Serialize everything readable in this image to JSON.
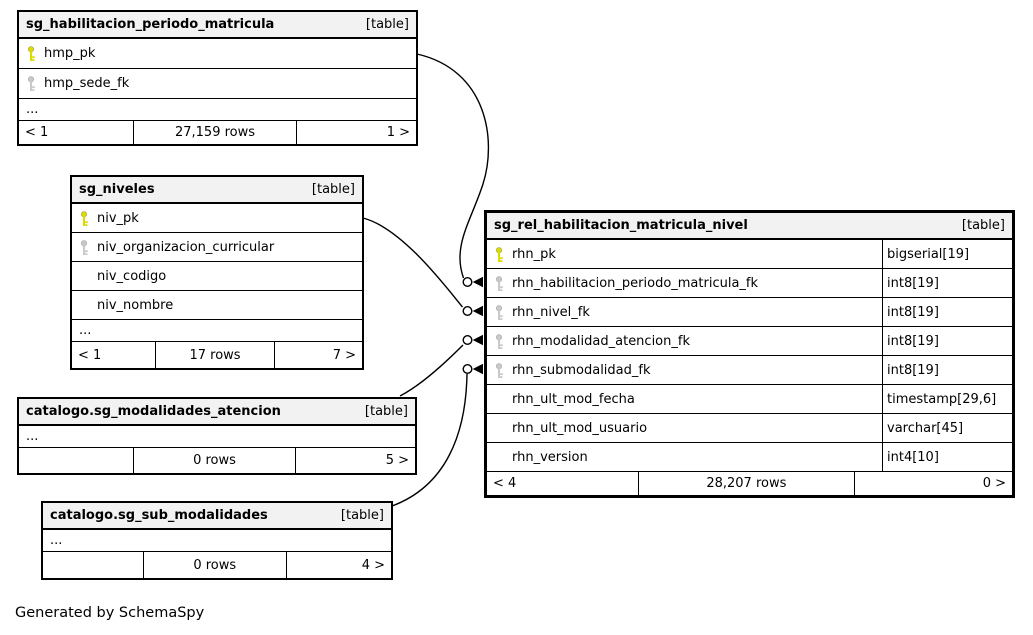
{
  "diagram": {
    "generator_note": "Generated by SchemaSpy"
  },
  "colors": {
    "primary_key_icon": "#dcdc00",
    "foreign_key_icon": "#c9c9c9",
    "table_header_bg": "#f2f2f2",
    "border": "#000000",
    "background": "#ffffff"
  },
  "tables": {
    "hmp": {
      "title": "sg_habilitacion_periodo_matricula",
      "badge": "[table]",
      "columns": [
        {
          "name": "hmp_pk",
          "key": "pk"
        },
        {
          "name": "hmp_sede_fk",
          "key": "fk"
        }
      ],
      "ellipsis": "...",
      "footer": {
        "left": "< 1",
        "center": "27,159 rows",
        "right": "1 >"
      }
    },
    "niveles": {
      "title": "sg_niveles",
      "badge": "[table]",
      "columns": [
        {
          "name": "niv_pk",
          "key": "pk"
        },
        {
          "name": "niv_organizacion_curricular",
          "key": "fk"
        },
        {
          "name": "niv_codigo",
          "key": ""
        },
        {
          "name": "niv_nombre",
          "key": ""
        }
      ],
      "ellipsis": "...",
      "footer": {
        "left": "< 1",
        "center": "17 rows",
        "right": "7 >"
      }
    },
    "modalidades": {
      "title": "catalogo.sg_modalidades_atencion",
      "badge": "[table]",
      "ellipsis": "...",
      "footer": {
        "left": "",
        "center": "0 rows",
        "right": "5 >"
      }
    },
    "sub_modalidades": {
      "title": "catalogo.sg_sub_modalidades",
      "badge": "[table]",
      "ellipsis": "...",
      "footer": {
        "left": "",
        "center": "0 rows",
        "right": "4 >"
      }
    },
    "rel": {
      "title": "sg_rel_habilitacion_matricula_nivel",
      "badge": "[table]",
      "columns": [
        {
          "name": "rhn_pk",
          "key": "pk",
          "type": "bigserial[19]"
        },
        {
          "name": "rhn_habilitacion_periodo_matricula_fk",
          "key": "fk",
          "type": "int8[19]"
        },
        {
          "name": "rhn_nivel_fk",
          "key": "fk",
          "type": "int8[19]"
        },
        {
          "name": "rhn_modalidad_atencion_fk",
          "key": "fk",
          "type": "int8[19]"
        },
        {
          "name": "rhn_submodalidad_fk",
          "key": "fk",
          "type": "int8[19]"
        },
        {
          "name": "rhn_ult_mod_fecha",
          "key": "",
          "type": "timestamp[29,6]"
        },
        {
          "name": "rhn_ult_mod_usuario",
          "key": "",
          "type": "varchar[45]"
        },
        {
          "name": "rhn_version",
          "key": "",
          "type": "int4[10]"
        }
      ],
      "footer": {
        "left": "< 4",
        "center": "28,207 rows",
        "right": "0 >"
      }
    }
  },
  "relationships": [
    {
      "from_table": "sg_habilitacion_periodo_matricula",
      "from_column": "hmp_pk",
      "to_table": "sg_rel_habilitacion_matricula_nivel",
      "to_column": "rhn_habilitacion_periodo_matricula_fk"
    },
    {
      "from_table": "sg_niveles",
      "from_column": "niv_pk",
      "to_table": "sg_rel_habilitacion_matricula_nivel",
      "to_column": "rhn_nivel_fk"
    },
    {
      "from_table": "catalogo.sg_modalidades_atencion",
      "to_table": "sg_rel_habilitacion_matricula_nivel",
      "to_column": "rhn_modalidad_atencion_fk"
    },
    {
      "from_table": "catalogo.sg_sub_modalidades",
      "to_table": "sg_rel_habilitacion_matricula_nivel",
      "to_column": "rhn_submodalidad_fk"
    }
  ]
}
